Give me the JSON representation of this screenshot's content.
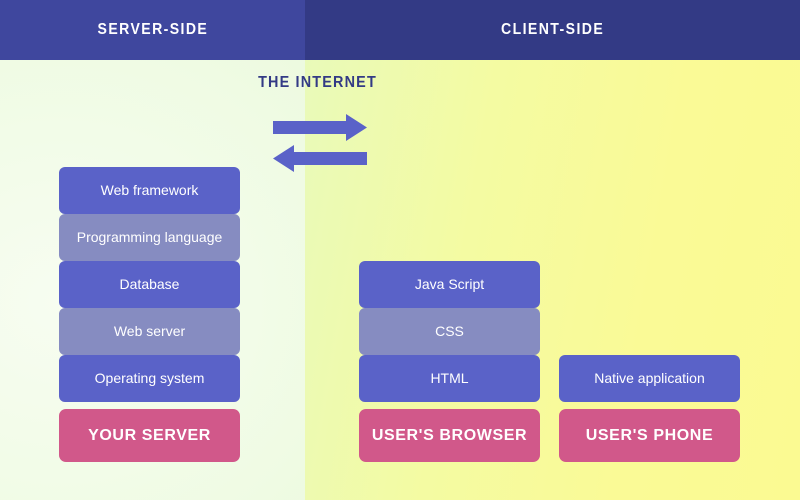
{
  "header": {
    "left_title": "SERVER-SIDE",
    "right_title": "CLIENT-SIDE"
  },
  "internet": {
    "label": "THE INTERNET",
    "arrow_right_name": "arrow-right",
    "arrow_left_name": "arrow-left"
  },
  "colors": {
    "header_left": "#3f479e",
    "header_right": "#333a85",
    "bg_left": "#eefbe2",
    "bg_right": "#fafa96",
    "box_dark": "#5a62c8",
    "box_light": "#868cc1",
    "box_base": "#d1588a",
    "arrow": "#5a62c8",
    "label_text": "#333a85",
    "box_text": "#ffffff"
  },
  "columns": {
    "server": {
      "name": "server-stack",
      "items": [
        {
          "label": "Web framework",
          "shade": "dark"
        },
        {
          "label": "Programming language",
          "shade": "light"
        },
        {
          "label": "Database",
          "shade": "dark"
        },
        {
          "label": "Web server",
          "shade": "light"
        },
        {
          "label": "Operating system",
          "shade": "dark"
        }
      ],
      "base": "YOUR SERVER"
    },
    "client_browser": {
      "name": "client-browser-stack",
      "items": [
        {
          "label": "Java Script",
          "shade": "dark"
        },
        {
          "label": "CSS",
          "shade": "light"
        },
        {
          "label": "HTML",
          "shade": "dark"
        }
      ],
      "base": "USER'S BROWSER"
    },
    "client_phone": {
      "name": "client-phone-stack",
      "items": [
        {
          "label": "Native application",
          "shade": "dark"
        }
      ],
      "base": "USER'S PHONE"
    }
  }
}
